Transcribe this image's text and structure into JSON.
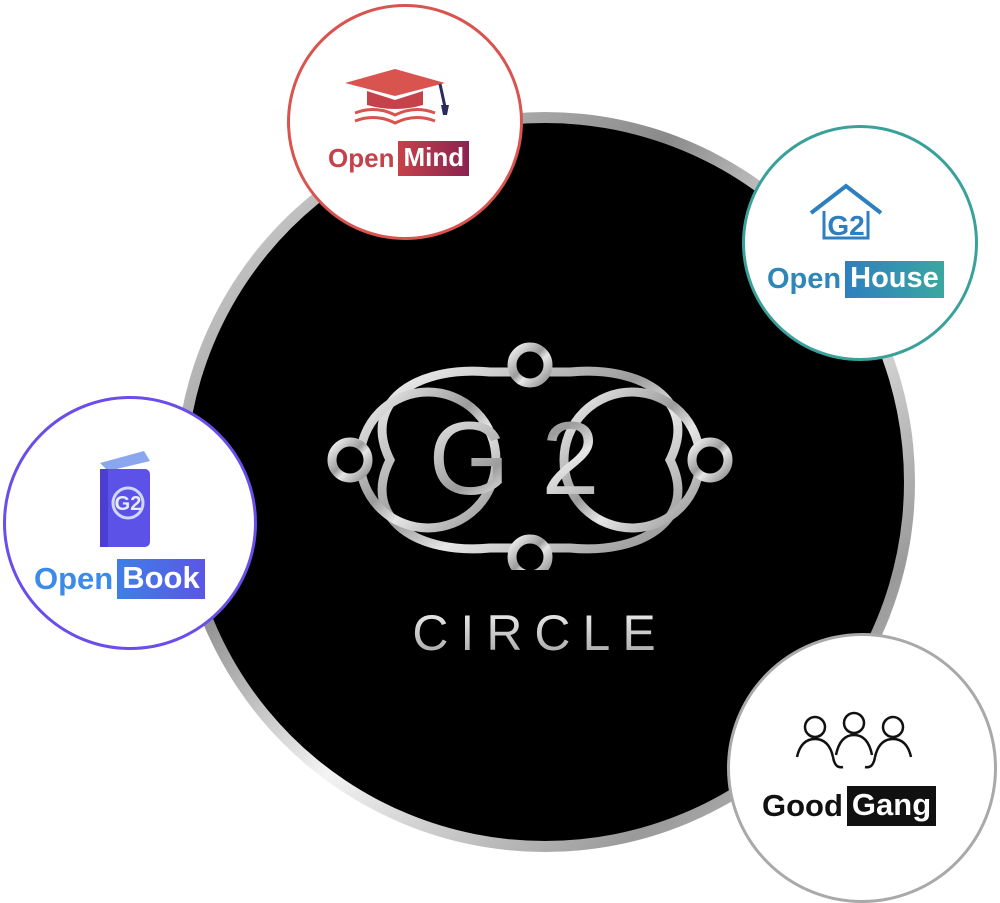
{
  "center": {
    "logo_text": "G2",
    "subtitle": "CIRCLE"
  },
  "badges": {
    "open_mind": {
      "word1": "Open",
      "word2": "Mind",
      "icon": "graduation-cap-book-icon",
      "accent": "#d9534f"
    },
    "open_house": {
      "word1": "Open",
      "word2": "House",
      "icon": "house-g2-icon",
      "accent": "#3aa19a"
    },
    "open_book": {
      "word1": "Open",
      "word2": "Book",
      "icon": "book-g2-icon",
      "accent": "#6a4dea"
    },
    "good_gang": {
      "word1": "Good",
      "word2": "Gang",
      "icon": "group-people-icon",
      "accent": "#111111"
    }
  }
}
